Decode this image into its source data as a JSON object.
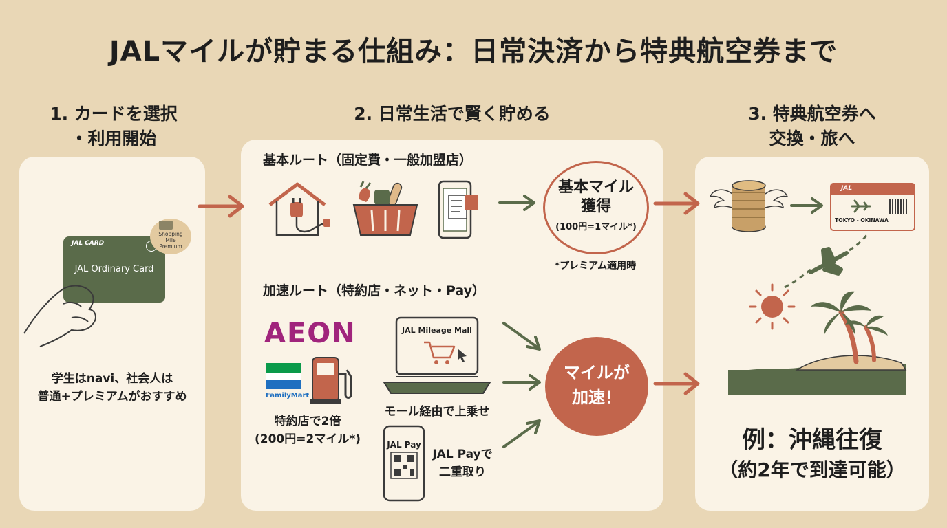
{
  "title": "JALマイルが貯まる仕組み：日常決済から特典航空券まで",
  "step1": {
    "heading": "1. カードを選択\n・利用開始",
    "card_brand": "JAL CARD",
    "card_name": "JAL Ordinary Card",
    "badge_lines": [
      "Shopping",
      "Mile",
      "Premium"
    ],
    "recommendation": "学生はnavi、社会人は\n普通+プレミアムがおすすめ"
  },
  "step2": {
    "heading": "2. 日常生活で賢く貯める",
    "basic_route_label": "基本ルート（固定費・一般加盟店）",
    "basic_result_title": "基本マイル\n獲得",
    "basic_result_rate": "(100円=1マイル*)",
    "premium_note": "*プレミアム適用時",
    "accel_route_label": "加速ルート（特約店・ネット・Pay）",
    "aeon_logo_text": "AEON",
    "familymart_text": "FamilyMart",
    "partner_text": "特約店で2倍\n(200円=2マイル*)",
    "mall_title": "JAL Mileage Mall",
    "mall_text": "モール経由で上乗せ",
    "pay_title": "JAL Pay",
    "pay_text": "JAL Payで\n二重取り",
    "accel_result": "マイルが\n加速！"
  },
  "step3": {
    "heading": "3. 特典航空券へ\n交換・旅へ",
    "ticket_brand": "JAL",
    "ticket_route": "TOKYO - OKINAWA",
    "example_title": "例：沖縄往復",
    "example_sub": "（約2年で到達可能）"
  },
  "colors": {
    "background": "#e9d7b6",
    "panel": "#faf3e6",
    "accent": "#c2654c",
    "green": "#5a6b4a",
    "dark": "#1e1e1e"
  }
}
